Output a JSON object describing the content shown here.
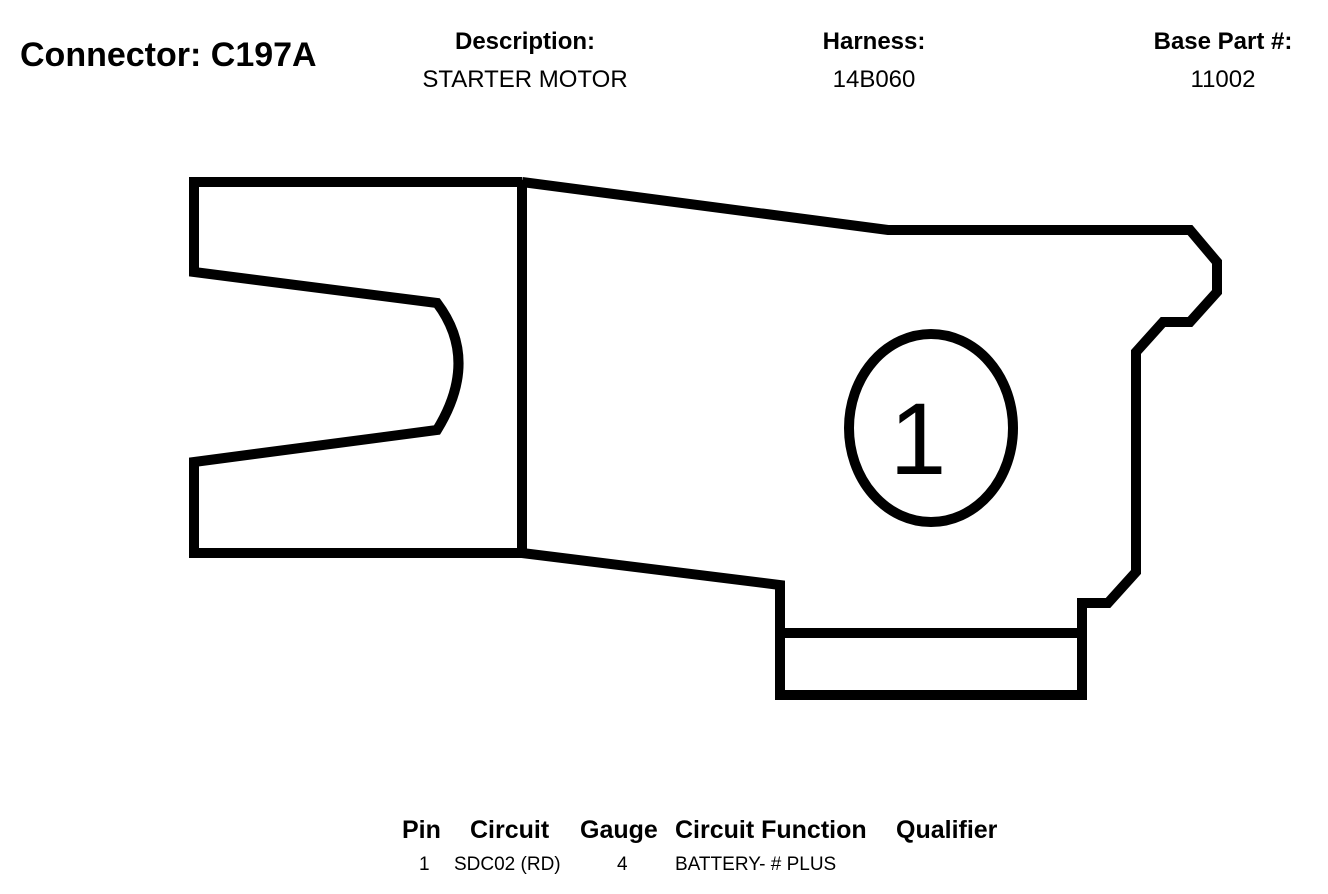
{
  "header": {
    "connector": "Connector: C197A",
    "description_label": "Description:",
    "description_value": "STARTER MOTOR",
    "harness_label": "Harness:",
    "harness_value": "14B060",
    "base_part_label": "Base Part #:",
    "base_part_value": "11002"
  },
  "diagram": {
    "pin_label": "1"
  },
  "table": {
    "headers": {
      "pin": "Pin",
      "circuit": "Circuit",
      "gauge": "Gauge",
      "function": "Circuit Function",
      "qualifier": "Qualifier"
    },
    "rows": [
      {
        "pin": "1",
        "circuit": "SDC02 (RD)",
        "gauge": "4",
        "function": "BATTERY- # PLUS",
        "qualifier": ""
      }
    ]
  }
}
